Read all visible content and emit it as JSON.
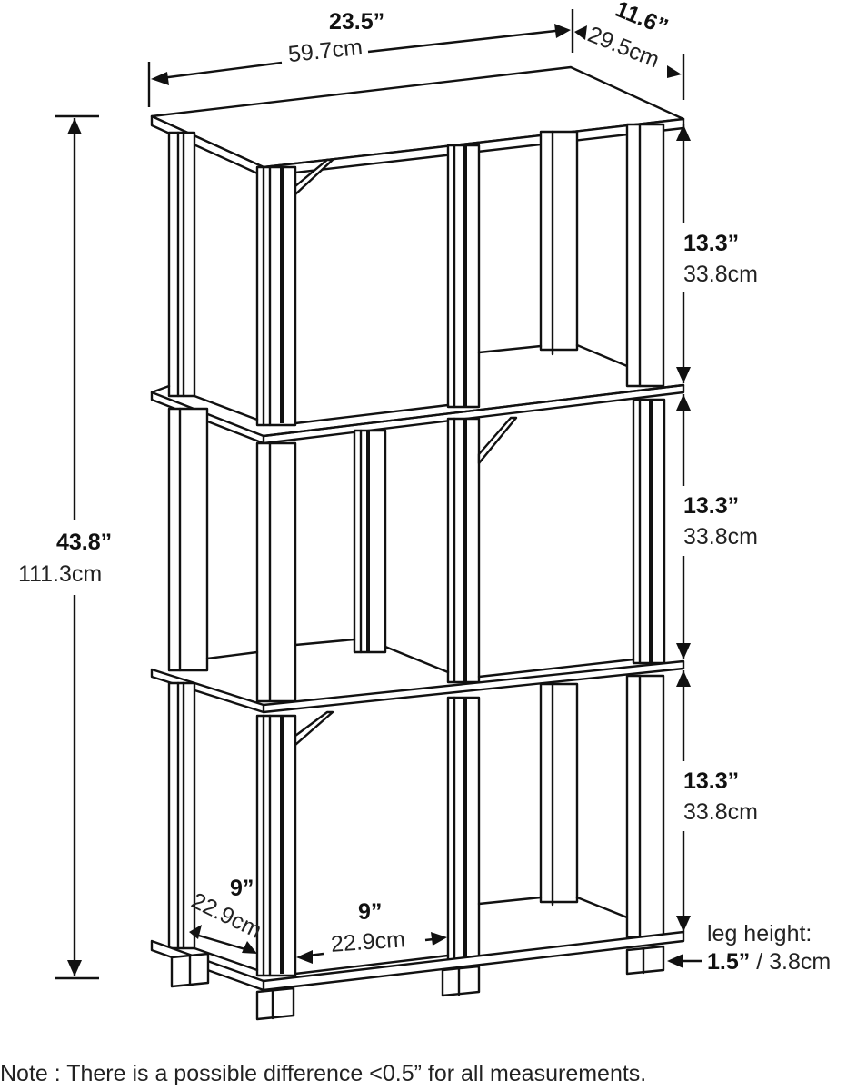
{
  "product_diagram": {
    "type": "dimension drawing",
    "subject": "3-tier cube bookshelf",
    "width": {
      "in": "23.5”",
      "cm": "59.7cm"
    },
    "depth": {
      "in": "11.6”",
      "cm": "29.5cm"
    },
    "height": {
      "in": "43.8”",
      "cm": "111.3cm"
    },
    "tiers": [
      {
        "in": "13.3”",
        "cm": "33.8cm"
      },
      {
        "in": "13.3”",
        "cm": "33.8cm"
      },
      {
        "in": "13.3”",
        "cm": "33.8cm"
      }
    ],
    "cube_depth": {
      "in": "9”",
      "cm": "22.9cm"
    },
    "cube_width": {
      "in": "9”",
      "cm": "22.9cm"
    },
    "leg": {
      "label": "leg height:",
      "in": "1.5”",
      "sep": " / ",
      "cm": "3.8cm"
    },
    "note": "Note : There is a possible difference <0.5” for all measurements."
  },
  "colors": {
    "line": "#111111",
    "background": "#ffffff"
  }
}
